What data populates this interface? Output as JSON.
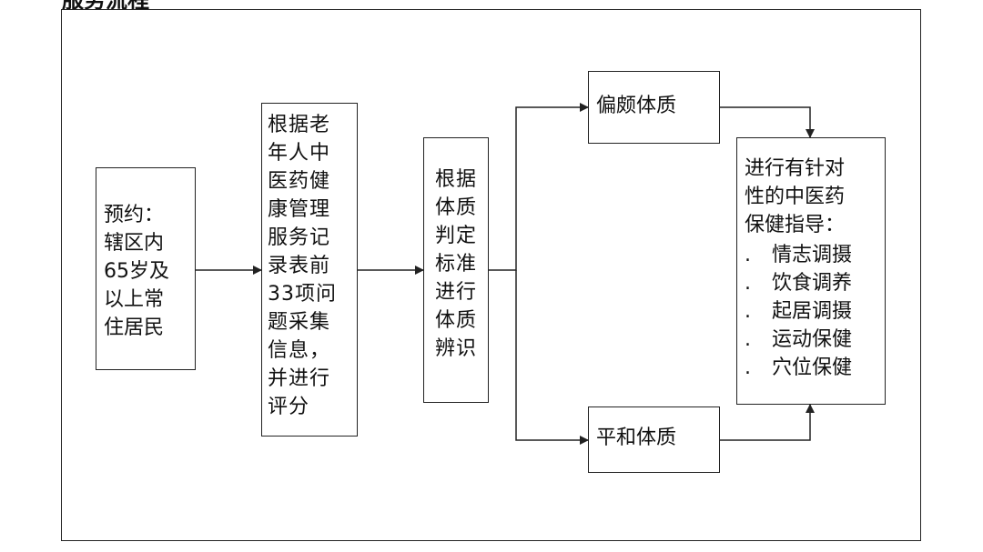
{
  "title_strip": "服务流程",
  "steps": {
    "appointment": {
      "lines": [
        "预约：",
        "辖区内",
        "65岁及",
        "以上常",
        "住居民"
      ]
    },
    "collect": {
      "lines": [
        "根据老",
        "年人中",
        "医药健",
        "康管理",
        "服务记",
        "录表前",
        "33项问",
        "题采集",
        "信息，",
        "并进行",
        "评分"
      ]
    },
    "identify": {
      "lines": [
        "根据",
        "体质",
        "判定",
        "标准",
        "进行",
        "体质",
        "辨识"
      ]
    },
    "biased": {
      "label": "偏颇体质"
    },
    "balanced": {
      "label": "平和体质"
    },
    "guidance": {
      "lines": [
        "进行有针对",
        "性的中医药",
        "保健指导："
      ],
      "bullet_mark": ".",
      "items": [
        "情志调摄",
        "饮食调养",
        "起居调摄",
        "运动保健",
        "穴位保健"
      ]
    }
  },
  "colors": {
    "line": "#222222",
    "text": "#111111",
    "background": "#ffffff"
  }
}
